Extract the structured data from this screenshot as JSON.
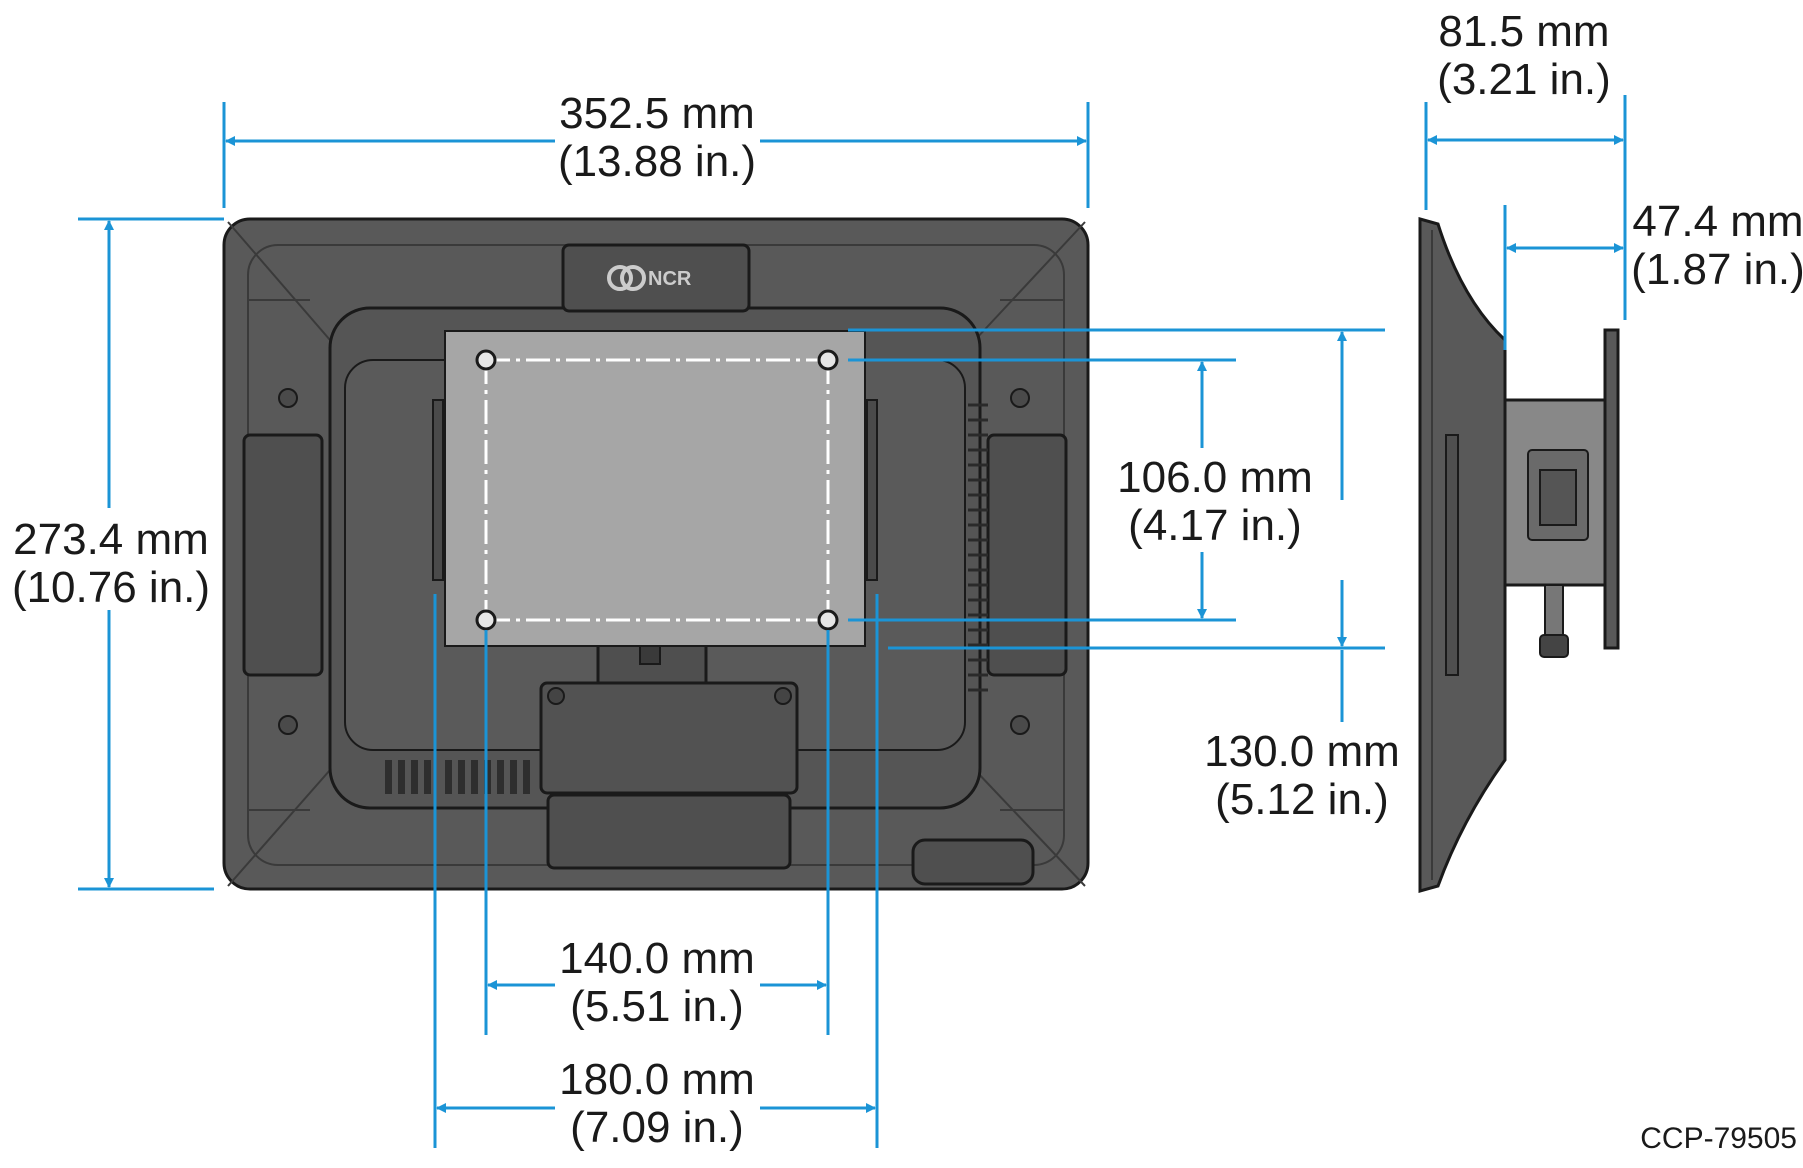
{
  "brand": {
    "logo_text": "NCR"
  },
  "colors": {
    "dimension": "#1b94d6",
    "housing": "#595959",
    "outline": "#1a1a1a",
    "plate": "#a6a6a6",
    "inner_line": "#3a3a3a"
  },
  "dimensions": {
    "overall_width": {
      "mm": "352.5 mm",
      "in": "(13.88 in.)"
    },
    "overall_height": {
      "mm": "273.4 mm",
      "in": "(10.76 in.)"
    },
    "vesa_inner_vertical": {
      "mm": "106.0 mm",
      "in": "(4.17 in.)"
    },
    "vesa_outer_vertical": {
      "mm": "130.0 mm",
      "in": "(5.12 in.)"
    },
    "vesa_inner_horizontal": {
      "mm": "140.0 mm",
      "in": "(5.51 in.)"
    },
    "vesa_outer_horizontal": {
      "mm": "180.0 mm",
      "in": "(7.09 in.)"
    },
    "side_depth": {
      "mm": "81.5 mm",
      "in": "(3.21 in.)"
    },
    "bracket_depth": {
      "mm": "47.4 mm",
      "in": "(1.87 in.)"
    }
  },
  "figure_code": "CCP-79505"
}
